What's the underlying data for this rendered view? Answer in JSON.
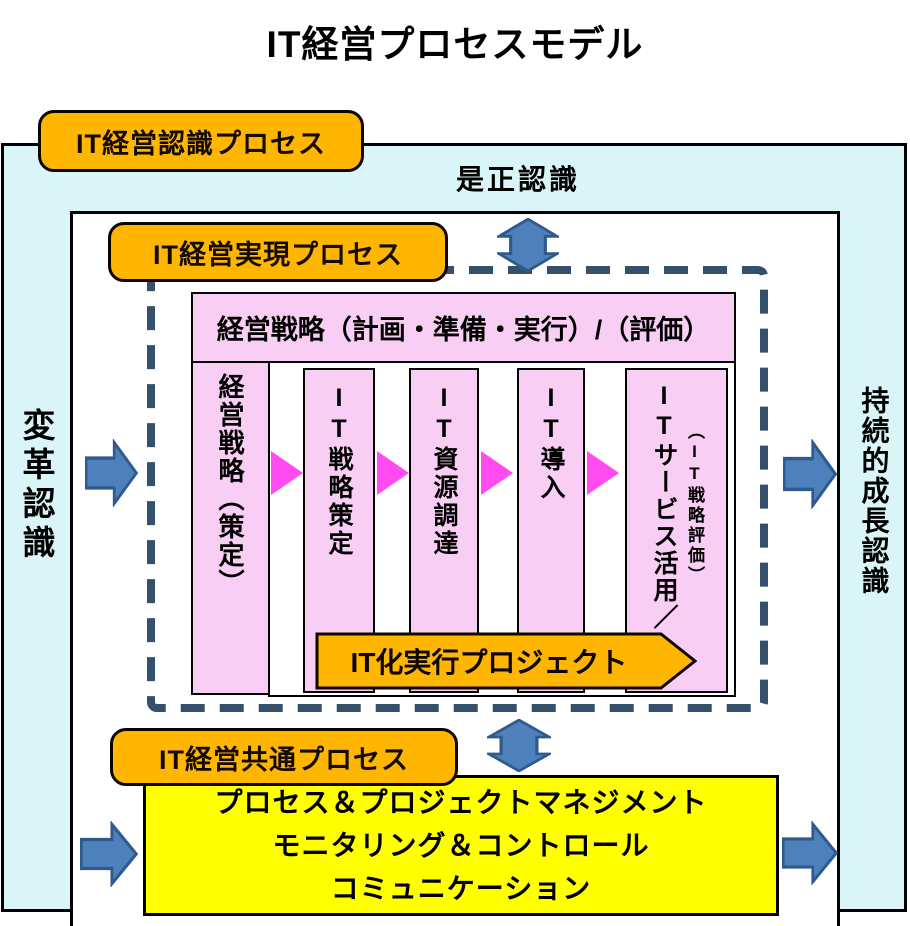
{
  "title": "IT経営プロセスモデル",
  "outer_box": {
    "label": "IT経営認識プロセス",
    "correction_text": "是正認識",
    "left_vertical_text": "変革認識",
    "right_vertical_text": "持続的成長認識"
  },
  "inner_box": {
    "label": "IT経営実現プロセス"
  },
  "strategy_area": {
    "header": "経営戦略（計画・準備・実行）/（評価）",
    "col1": "経営戦略︵策定︶",
    "col2": "IT戦略策定",
    "col3": "IT資源調達",
    "col4": "IT導入",
    "col5_main": "ITサービス活用／",
    "col5_sub": "︵IT戦略評価︶",
    "banner": "IT化実行プロジェクト"
  },
  "common_process": {
    "label": "IT経営共通プロセス",
    "line1": "プロセス＆プロジェクトマネジメント",
    "line2": "モニタリング＆コントロール",
    "line3": "コミュニケーション"
  },
  "colors": {
    "cyan_fill": "#D9F5F8",
    "pink_fill": "#F9CEF4",
    "magenta_arrow": "#FF4BF0",
    "orange_fill": "#FFB600",
    "yellow_fill": "#FFFF00",
    "blue_arrow_fill": "#4E80BC",
    "blue_arrow_border": "#2F5A8B",
    "dashed_border": "#35506B"
  }
}
